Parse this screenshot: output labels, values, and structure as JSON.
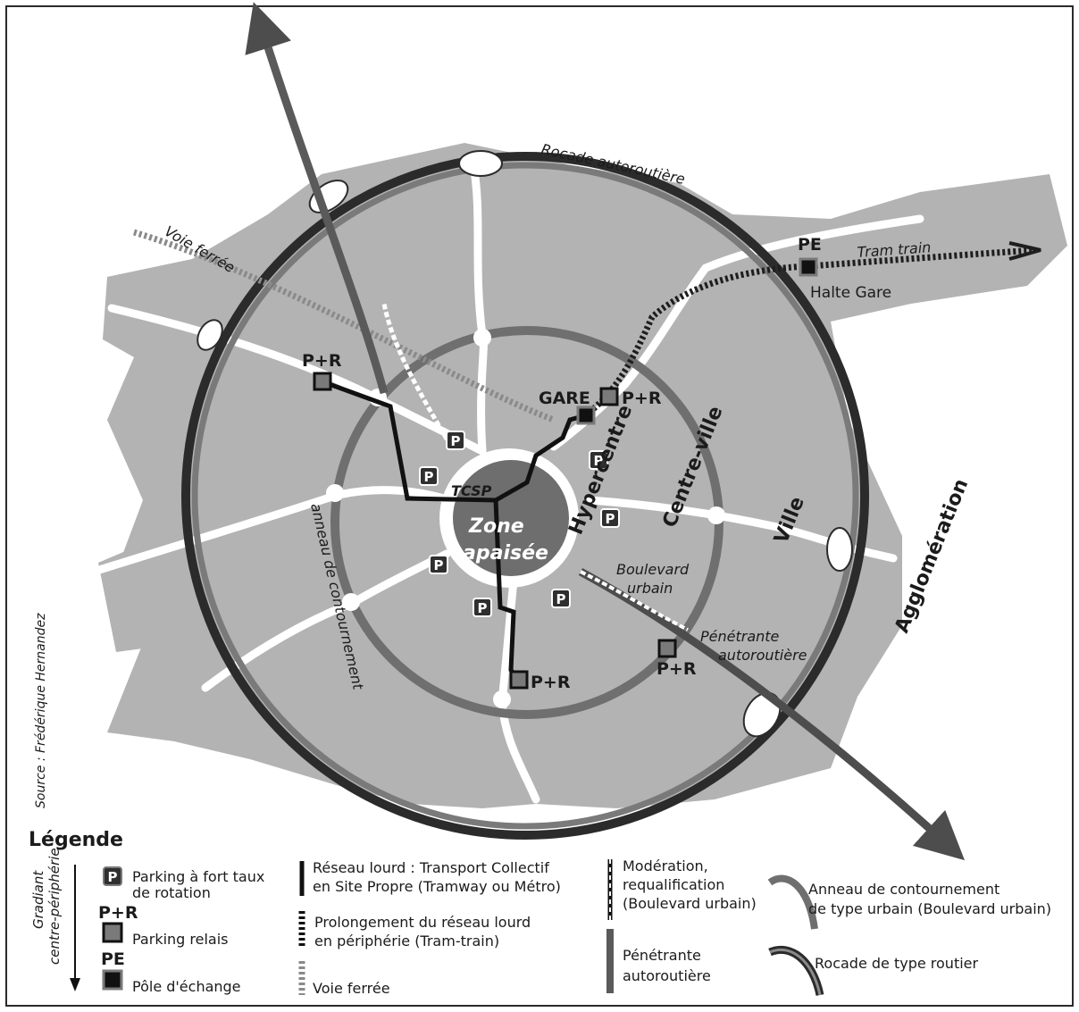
{
  "map": {
    "rocade": "Rocade autoroutière",
    "voie_ferree": "Voie ferrée",
    "tram_train": "Tram train",
    "pe": "PE",
    "halte_gare": "Halte Gare",
    "gare": "GARE",
    "pr": "P+R",
    "p": "P",
    "tcsp": "TCSP",
    "zone_line1": "Zone",
    "zone_line2": "apaisée",
    "hypercentre": "Hypercentre",
    "centre_ville": "Centre-ville",
    "ville": "Ville",
    "agglomeration": "Agglomération",
    "boulevard_line1": "Boulevard",
    "boulevard_line2": "urbain",
    "penetrante_line1": "Pénétrante",
    "penetrante_line2": "autoroutière",
    "anneau": "anneau de contournement",
    "source": "Source : Frédérique Hernandez"
  },
  "legend": {
    "title": "Légende",
    "gradient_line1": "Gradiant",
    "gradient_line2": "centre-périphérie",
    "parking_rotation_line1": "Parking à fort taux",
    "parking_rotation_line2": "de rotation",
    "pr_label": "P+R",
    "parking_relais": "Parking relais",
    "pe_label": "PE",
    "pole_echange": "Pôle d'échange",
    "reseau_lourd_line1": "Réseau lourd : Transport Collectif",
    "reseau_lourd_line2": "en Site Propre (Tramway ou Métro)",
    "prolongement_line1": "Prolongement du réseau lourd",
    "prolongement_line2": "en périphérie (Tram-train)",
    "voie_ferree": "Voie ferrée",
    "moderation_line1": "Modération,",
    "moderation_line2": "requalification",
    "moderation_line3": "(Boulevard urbain)",
    "penetrante_line1": "Pénétrante",
    "penetrante_line2": "autoroutière",
    "anneau_line1": "Anneau de contournement",
    "anneau_line2": "de type urbain (Boulevard urbain)",
    "rocade_type": "Rocade de type routier"
  },
  "colors": {
    "city_fill": "#b3b3b3",
    "zone_fill": "#6e6e6e",
    "ring_grey": "#6f6f6f",
    "rocade_dark": "#2b2b2b",
    "road_white": "#ffffff",
    "frame": "#2a2a2a"
  }
}
